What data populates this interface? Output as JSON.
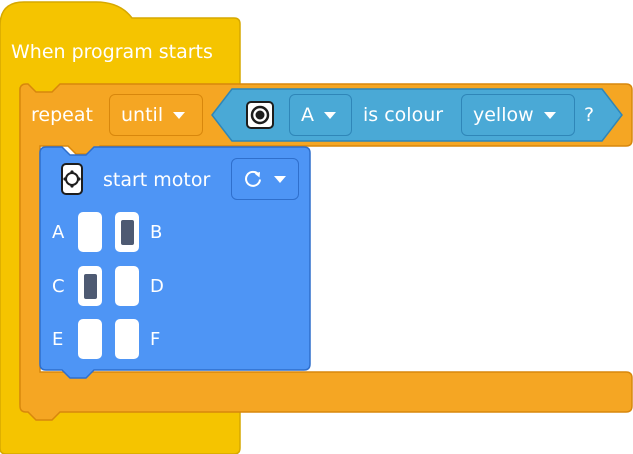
{
  "hat": {
    "label": "When program starts"
  },
  "repeat": {
    "label": "repeat",
    "mode": "until",
    "condition": {
      "sensor_icon": "colour-sensor-icon",
      "port": "A",
      "text": "is colour",
      "colour": "yellow",
      "question": "?"
    }
  },
  "motor_block": {
    "icon": "motor-icon",
    "label": "start motor",
    "direction_icon": "clockwise-arrow-icon",
    "ports": [
      {
        "letter": "A",
        "selected": false
      },
      {
        "letter": "B",
        "selected": true
      },
      {
        "letter": "C",
        "selected": true
      },
      {
        "letter": "D",
        "selected": false
      },
      {
        "letter": "E",
        "selected": false
      },
      {
        "letter": "F",
        "selected": false
      }
    ]
  },
  "colors": {
    "events_yellow": "#f5c400",
    "control_orange": "#f5a623",
    "sensor_blue": "#4aa9d6",
    "motor_blue": "#4e95f5",
    "port_selected": "#4e5a72"
  }
}
